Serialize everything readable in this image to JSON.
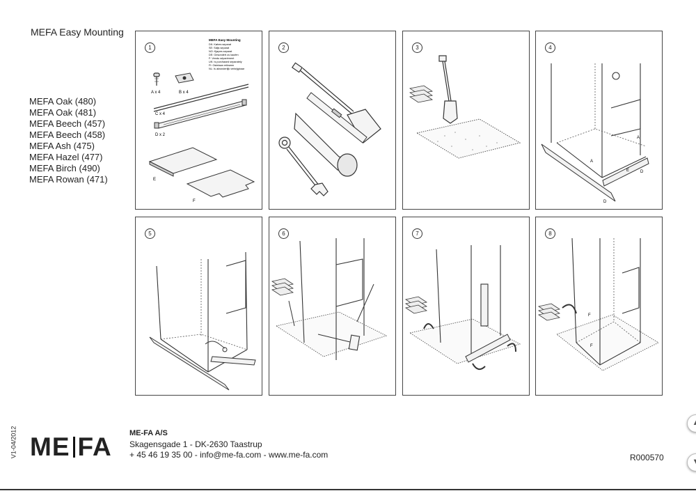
{
  "header": {
    "title": "MEFA Easy Mounting"
  },
  "models": [
    "MEFA Oak (480)",
    "MEFA Oak (481)",
    "MEFA Beech (457)",
    "MEFA Beech (458)",
    "MEFA Ash (475)",
    "MEFA Hazel (477)",
    "MEFA Birch (490)",
    "MEFA Rowan (471)"
  ],
  "steps": [
    {
      "number": "1"
    },
    {
      "number": "2"
    },
    {
      "number": "3"
    },
    {
      "number": "4"
    },
    {
      "number": "5"
    },
    {
      "number": "6"
    },
    {
      "number": "7"
    },
    {
      "number": "8"
    }
  ],
  "step1": {
    "parts_title": "MEFA Easy Mounting",
    "parts_legend": [
      "DK: Købes separat",
      "SE: Säljs separat",
      "NO: Kjøpes separat",
      "DE: Gesondert zu kaufen",
      "F: Vendu séparément",
      "UK: Is purchased separately",
      "FI: Ostetaan erikseen",
      "NL: Is afzonderlijk verkrijgbaar"
    ],
    "label_a": "A x 4",
    "label_b": "B x 4",
    "label_c": "C x 4",
    "label_d": "D x 2",
    "label_e": "E",
    "label_f": "F"
  },
  "step4": {
    "label_a": "A",
    "label_e": "E",
    "label_d": "D"
  },
  "step8": {
    "label_f": "F"
  },
  "footer": {
    "version": "V1-04/2012",
    "logo_left": "ME",
    "logo_right": "FA",
    "company": "ME-FA A/S",
    "address": "Skagensgade 1 - DK-2630 Taastrup",
    "contact": "+ 45 46 19 35 00 - info@me-fa.com - www.me-fa.com",
    "code": "R000570"
  },
  "icons": [
    "chevron-up-icon",
    "chevron-down-icon"
  ]
}
